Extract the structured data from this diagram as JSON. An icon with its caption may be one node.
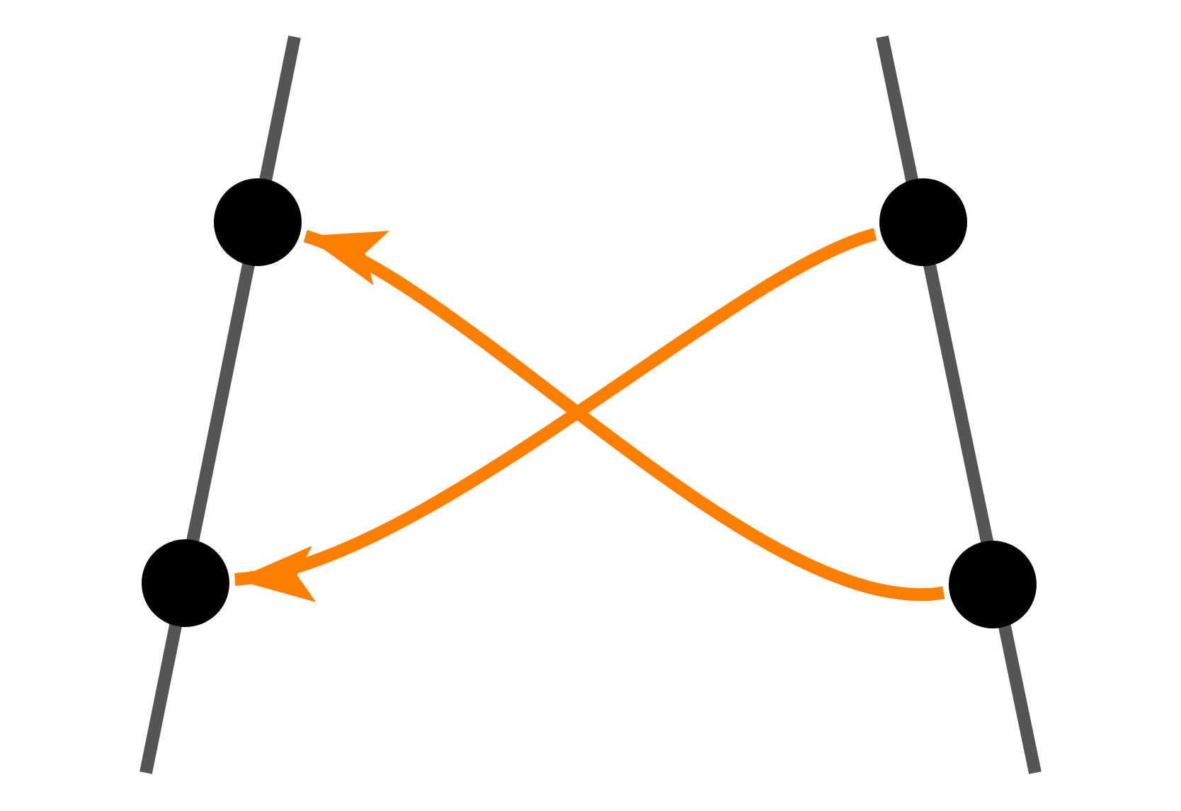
{
  "diagram": {
    "nodes": [
      {
        "text": [],
        "shape": "circle"
      },
      {
        "text": [],
        "shape": "circle"
      },
      {
        "text": [],
        "shape": "circle"
      },
      {
        "text": [],
        "shape": "circle"
      }
    ],
    "edges": [
      {
        "from": 1,
        "to": 2,
        "arrow": "to"
      },
      {
        "from": 3,
        "to": 0,
        "arrow": "to"
      }
    ]
  }
}
